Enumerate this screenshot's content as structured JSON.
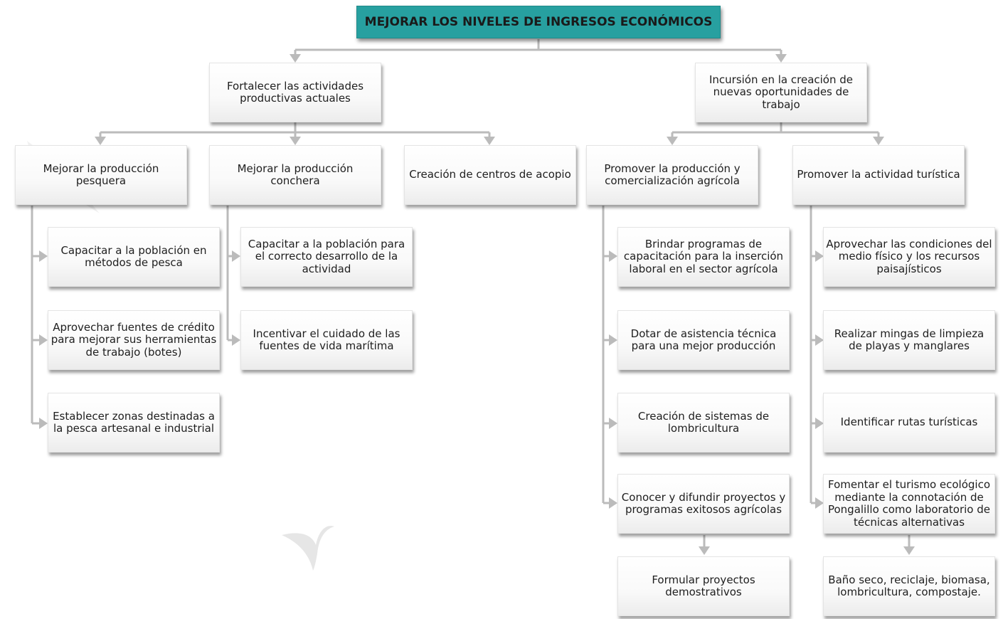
{
  "title": "MEJORAR LOS NIVELES DE INGRESOS ECONÓMICOS",
  "branches": {
    "fortalecer": "Fortalecer las actividades productivas actuales",
    "incursion": "Incursión en la creación de nuevas oportunidades de trabajo"
  },
  "groups": {
    "pesquera": "Mejorar la producción pesquera",
    "conchera": "Mejorar la producción conchera",
    "acopio": "Creación de centros de acopio",
    "agricola": "Promover la producción y comercialización agrícola",
    "turistica": "Promover la actividad turística"
  },
  "items": {
    "pesca_capacitar": "Capacitar a la población en métodos de pesca",
    "pesca_credito": "Aprovechar fuentes de crédito para mejorar sus herramientas de trabajo (botes)",
    "pesca_zonas": "Establecer zonas destinadas a la pesca artesanal e industrial",
    "concha_capacitar": "Capacitar a la población para el correcto desarrollo de la actividad",
    "concha_cuidado": "Incentivar el cuidado de las fuentes de vida marítima",
    "agri_programas": "Brindar programas de capacitación para la inserción laboral en el sector agrícola",
    "agri_asistencia": "Dotar de asistencia técnica para una mejor producción",
    "agri_lombricultura": "Creación de sistemas de lombricultura",
    "agri_difundir": "Conocer y difundir proyectos y programas exitosos agrícolas",
    "agri_formular": "Formular proyectos demostrativos",
    "tur_condiciones": "Aprovechar las condiciones del medio físico y los recursos paisajísticos",
    "tur_mingas": "Realizar mingas de limpieza de playas y manglares",
    "tur_rutas": "Identificar rutas turísticas",
    "tur_fomentar": "Fomentar el turismo ecológico mediante la connotación de Pongalillo como laboratorio de técnicas alternativas",
    "tur_bano": "Baño seco, reciclaje, biomasa, lombricultura, compostaje."
  },
  "colors": {
    "root_fill": "#27a0a0",
    "connector": "#b5b5b5",
    "box_text": "#1e1e1e"
  }
}
